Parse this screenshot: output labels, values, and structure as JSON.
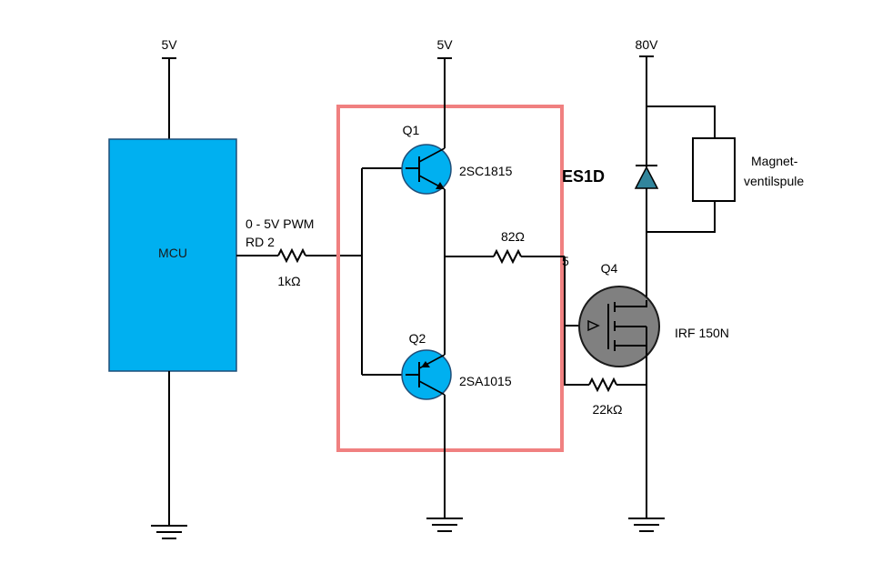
{
  "colors": {
    "mcu_fill": "#00b0f0",
    "transistor_fill": "#00b0f0",
    "mosfet_fill": "#808080",
    "highlight_box": "#f08080",
    "diode_fill": "#31859c",
    "wire": "#000000"
  },
  "supplies": {
    "mcu_vcc": "5V",
    "driver_vcc": "5V",
    "coil_vcc": "80V"
  },
  "mcu": {
    "label": "MCU"
  },
  "pwm": {
    "signal": "0 - 5V PWM",
    "resistor_name": "RD 2",
    "resistor_value": "1kΩ"
  },
  "q1": {
    "ref": "Q1",
    "part": "2SC1815"
  },
  "q2": {
    "ref": "Q2",
    "part": "2SA1015"
  },
  "gate_resistor": {
    "value": "82Ω"
  },
  "gate_pin": {
    "label": "5"
  },
  "q4": {
    "ref": "Q4",
    "part": "IRF 150N"
  },
  "pulldown_resistor": {
    "value": "22kΩ"
  },
  "diode": {
    "label": "ES1D"
  },
  "coil": {
    "line1": "Magnet-",
    "line2": "ventilspule"
  }
}
